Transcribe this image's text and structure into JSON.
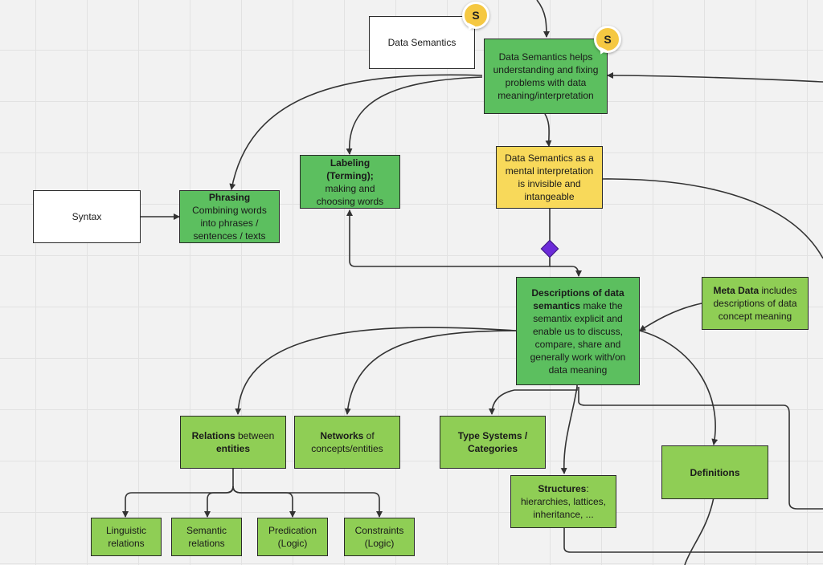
{
  "nodes": {
    "data_semantics_label": {
      "text": "Data Semantics"
    },
    "data_semantics_main": {
      "text": "Data Semantics helps understanding and fixing problems with data meaning/interpretation"
    },
    "syntax": {
      "text": "Syntax"
    },
    "phrasing": {
      "title": "Phrasing",
      "text": "Combining words into phrases / sentences / texts"
    },
    "labeling": {
      "title": "Labeling (Terming);",
      "text": "making and choosing words"
    },
    "mental": {
      "text": "Data Semantics as a mental interpretation is invisible and intangeable"
    },
    "descriptions": {
      "title": "Descriptions of data semantics",
      "text": " make the semantix explicit and enable us to discuss, compare, share and generally work with/on data meaning"
    },
    "metadata": {
      "title": "Meta Data",
      "text": " includes descriptions of data concept meaning"
    },
    "relations": {
      "title1": "Relations",
      "mid": " between",
      "title2": "entities"
    },
    "networks": {
      "title": "Networks",
      "text": " of concepts/entities"
    },
    "types": {
      "text": "Type Systems / Categories"
    },
    "structures": {
      "title": "Structures",
      "text": ": hierarchies, lattices, inheritance, ..."
    },
    "definitions": {
      "text": "Definitions"
    },
    "linguistic": {
      "text": "Linguistic relations"
    },
    "semantic": {
      "text": "Semantic relations"
    },
    "predication": {
      "text": "Predication (Logic)"
    },
    "constraints": {
      "text": "Constraints (Logic)"
    }
  },
  "avatars": [
    {
      "initial": "S"
    },
    {
      "initial": "S"
    }
  ],
  "colors": {
    "dark_green": "#5cbf5f",
    "light_green": "#8fce55",
    "yellow": "#f8d95a",
    "decision": "#6c2bd9",
    "avatar": "#f5c842"
  }
}
